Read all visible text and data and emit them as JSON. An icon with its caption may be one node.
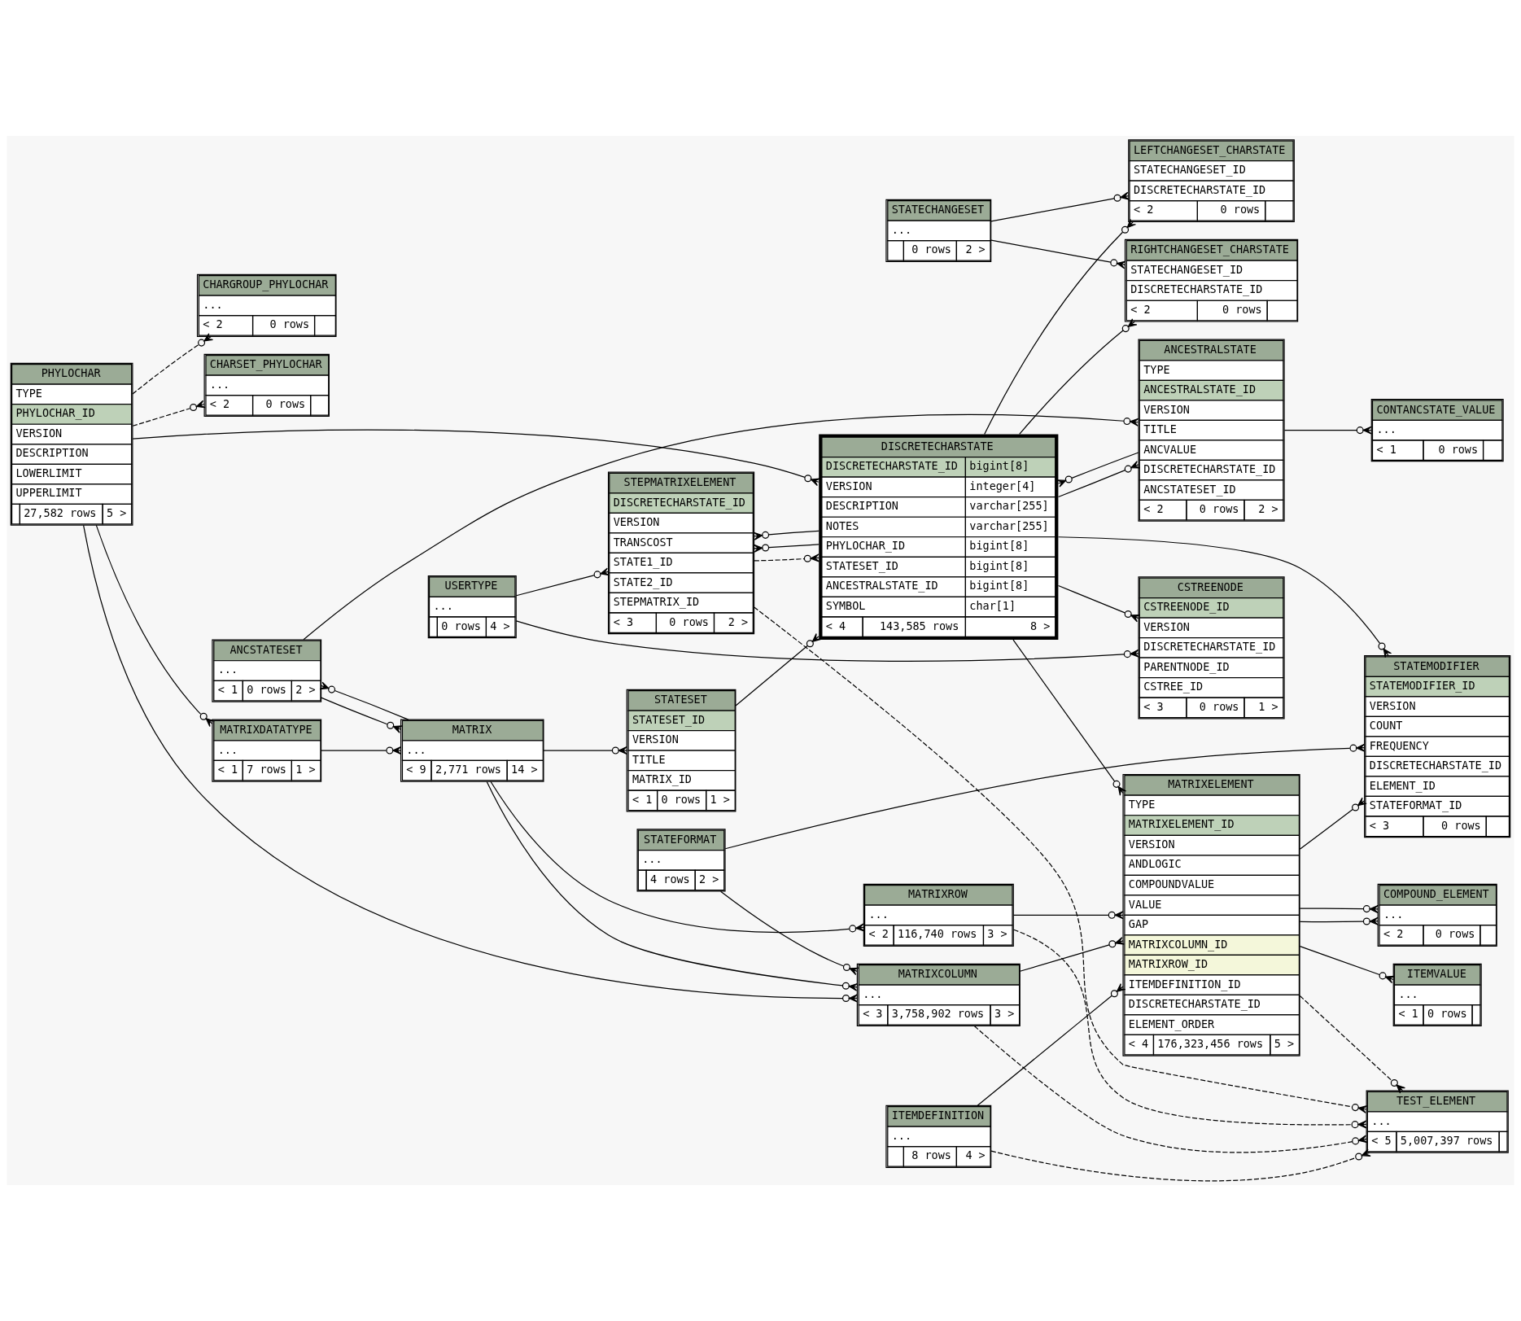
{
  "diagram": {
    "nodes": [
      {
        "text": [
          "CSTREENODE",
          "CSTREENODE_ID",
          "VERSION",
          "DISCRETECHARSTATE_ID",
          "PARENTNODE_ID",
          "CSTREE_ID",
          "< 3",
          "0 rows",
          "1 >"
        ]
      },
      {
        "text": [
          "USERTYPE",
          "...",
          "0 rows",
          "4 >"
        ]
      },
      {
        "text": [
          "STEPMATRIXELEMENT",
          "DISCRETECHARSTATE_ID",
          "VERSION",
          "TRANSCOST",
          "STATE1_ID",
          "STATE2_ID",
          "STEPMATRIX_ID",
          "< 3",
          "0 rows",
          "2 >"
        ]
      },
      {
        "text": [
          "ANCESTRALSTATE",
          "TYPE",
          "ANCESTRALSTATE_ID",
          "VERSION",
          "TITLE",
          "ANCVALUE",
          "DISCRETECHARSTATE_ID",
          "ANCSTATESET_ID",
          "< 2",
          "0 rows",
          "2 >"
        ]
      },
      {
        "text": [
          "DISCRETECHARSTATE",
          "DISCRETECHARSTATE_ID",
          "bigint[8]",
          "VERSION",
          "integer[4]",
          "DESCRIPTION",
          "varchar[255]",
          "NOTES",
          "varchar[255]",
          "PHYLOCHAR_ID",
          "bigint[8]",
          "STATESET_ID",
          "bigint[8]",
          "ANCESTRALSTATE_ID",
          "bigint[8]",
          "SYMBOL",
          "char[1]",
          "< 4",
          "143,585 rows",
          "8 >"
        ]
      },
      {
        "text": [
          "CONTANCSTATE_VALUE",
          "...",
          "< 1",
          "0 rows"
        ]
      },
      {
        "text": [
          "CHARGROUP_PHYLOCHAR",
          "...",
          "< 2",
          "0 rows"
        ]
      },
      {
        "text": [
          "STATESET",
          "STATESET_ID",
          "VERSION",
          "TITLE",
          "MATRIX_ID",
          "< 1",
          "0 rows",
          "1 >"
        ]
      },
      {
        "text": [
          "LEFTCHANGESET_CHARSTATE",
          "STATECHANGESET_ID",
          "DISCRETECHARSTATE_ID",
          "< 2",
          "0 rows"
        ]
      },
      {
        "text": [
          "PHYLOCHAR",
          "TYPE",
          "PHYLOCHAR_ID",
          "VERSION",
          "DESCRIPTION",
          "LOWERLIMIT",
          "UPPERLIMIT",
          "27,582 rows",
          "5 >"
        ]
      },
      {
        "text": [
          "CHARSET_PHYLOCHAR",
          "...",
          "< 2",
          "0 rows"
        ]
      },
      {
        "text": [
          "STATECHANGESET",
          "...",
          "0 rows",
          "2 >"
        ]
      },
      {
        "text": [
          "RIGHTCHANGESET_CHARSTATE",
          "STATECHANGESET_ID",
          "DISCRETECHARSTATE_ID",
          "< 2",
          "0 rows"
        ]
      },
      {
        "text": [
          "ANCSTATESET",
          "...",
          "< 1",
          "0 rows",
          "2 >"
        ]
      },
      {
        "text": [
          "MATRIXDATATYPE",
          "...",
          "< 1",
          "7 rows",
          "1 >"
        ]
      },
      {
        "text": [
          "MATRIX",
          "...",
          "< 9",
          "2,771 rows",
          "14 >"
        ]
      },
      {
        "text": [
          "TEST_ELEMENT",
          "...",
          "< 5",
          "5,007,397 rows"
        ]
      },
      {
        "text": [
          "MATRIXROW",
          "...",
          "< 2",
          "116,740 rows",
          "3 >"
        ]
      },
      {
        "text": [
          "STATEMODIFIER",
          "STATEMODIFIER_ID",
          "VERSION",
          "COUNT",
          "FREQUENCY",
          "DISCRETECHARSTATE_ID",
          "ELEMENT_ID",
          "STATEFORMAT_ID",
          "< 3",
          "0 rows"
        ]
      },
      {
        "text": [
          "MATRIXCOLUMN",
          "...",
          "< 3",
          "3,758,902 rows",
          "3 >"
        ]
      },
      {
        "text": [
          "MATRIXELEMENT",
          "TYPE",
          "MATRIXELEMENT_ID",
          "VERSION",
          "ANDLOGIC",
          "COMPOUNDVALUE",
          "VALUE",
          "GAP",
          "MATRIXCOLUMN_ID",
          "MATRIXROW_ID",
          "ITEMDEFINITION_ID",
          "DISCRETECHARSTATE_ID",
          "ELEMENT_ORDER",
          "< 4",
          "176,323,456 rows",
          "5 >"
        ]
      },
      {
        "text": [
          "ITEMDEFINITION",
          "...",
          "8 rows",
          "4 >"
        ]
      },
      {
        "text": [
          "COMPOUND_ELEMENT",
          "...",
          "< 2",
          "0 rows"
        ]
      },
      {
        "text": [
          "STATEFORMAT",
          "...",
          "4 rows",
          "2 >"
        ]
      },
      {
        "text": [
          "ITEMVALUE",
          "...",
          "< 1",
          "0 rows"
        ]
      }
    ],
    "edges": [
      {
        "from": 1,
        "to": 0,
        "arrow": "other"
      },
      {
        "from": 1,
        "to": 2,
        "arrow": "other"
      },
      {
        "from": 4,
        "to": 2,
        "arrow": "other"
      },
      {
        "from": 4,
        "to": 2,
        "arrow": "other"
      },
      {
        "from": 2,
        "to": 4,
        "arrow": "other",
        "style": "dashed"
      },
      {
        "from": 2,
        "to": 16,
        "arrow": "other",
        "style": "dashed"
      },
      {
        "from": 9,
        "to": 4,
        "arrow": "other"
      },
      {
        "from": 9,
        "to": 6,
        "arrow": "other",
        "style": "dashed"
      },
      {
        "from": 9,
        "to": 10,
        "arrow": "other",
        "style": "dashed"
      },
      {
        "from": 9,
        "to": 14,
        "arrow": "other"
      },
      {
        "from": 9,
        "to": 19,
        "arrow": "other"
      },
      {
        "from": 14,
        "to": 15,
        "arrow": "other"
      },
      {
        "from": 13,
        "to": 15,
        "arrow": "other"
      },
      {
        "from": 13,
        "to": 3,
        "arrow": "other"
      },
      {
        "from": 15,
        "to": 7,
        "arrow": "other"
      },
      {
        "from": 15,
        "to": 13,
        "arrow": "other"
      },
      {
        "from": 15,
        "to": 17,
        "arrow": "other"
      },
      {
        "from": 15,
        "to": 19,
        "arrow": "other"
      },
      {
        "from": 7,
        "to": 4,
        "arrow": "other"
      },
      {
        "from": 3,
        "to": 4,
        "arrow": "other"
      },
      {
        "from": 3,
        "to": 5,
        "arrow": "other"
      },
      {
        "from": 4,
        "to": 0,
        "arrow": "other"
      },
      {
        "from": 4,
        "to": 3,
        "arrow": "other"
      },
      {
        "from": 4,
        "to": 8,
        "arrow": "other"
      },
      {
        "from": 4,
        "to": 12,
        "arrow": "other"
      },
      {
        "from": 4,
        "to": 20,
        "arrow": "other"
      },
      {
        "from": 4,
        "to": 18,
        "arrow": "other"
      },
      {
        "from": 11,
        "to": 8,
        "arrow": "other"
      },
      {
        "from": 11,
        "to": 12,
        "arrow": "other"
      },
      {
        "from": 17,
        "to": 20,
        "arrow": "other"
      },
      {
        "from": 19,
        "to": 20,
        "arrow": "other"
      },
      {
        "from": 21,
        "to": 20,
        "arrow": "other"
      },
      {
        "from": 23,
        "to": 19,
        "arrow": "other"
      },
      {
        "from": 23,
        "to": 18,
        "arrow": "other"
      },
      {
        "from": 20,
        "to": 18,
        "arrow": "other"
      },
      {
        "from": 20,
        "to": 22,
        "arrow": "other"
      },
      {
        "from": 20,
        "to": 22,
        "arrow": "other"
      },
      {
        "from": 20,
        "to": 24,
        "arrow": "other"
      },
      {
        "from": 20,
        "to": 16,
        "arrow": "other",
        "style": "dashed"
      },
      {
        "from": 17,
        "to": 16,
        "arrow": "other",
        "style": "dashed"
      },
      {
        "from": 19,
        "to": 16,
        "arrow": "other",
        "style": "dashed"
      },
      {
        "from": 21,
        "to": 16,
        "arrow": "other",
        "style": "dashed"
      }
    ]
  }
}
